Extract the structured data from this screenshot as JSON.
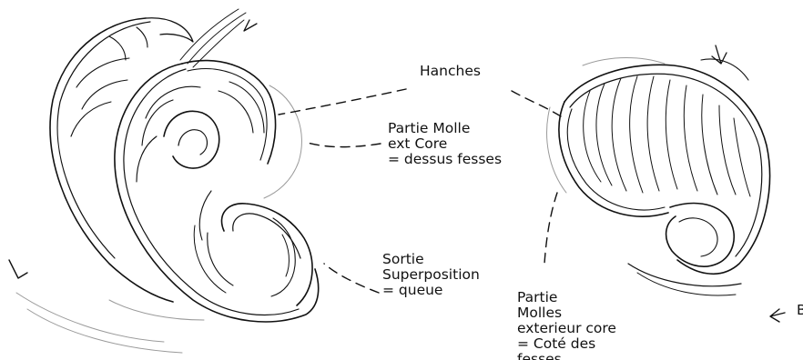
{
  "labels": {
    "hanches": [
      "Hanches"
    ],
    "partie_molle": [
      "Partie Molle",
      "ext Core",
      "= dessus fesses"
    ],
    "sortie": [
      "Sortie",
      "Superposition",
      "= queue"
    ],
    "partie_molles": [
      "Partie",
      "Molles",
      "exterieur core",
      "= Coté des",
      "fesses"
    ],
    "clipped": [
      "B"
    ]
  },
  "colors": {
    "ink": "#111111",
    "faint": "#9a9a9a",
    "background": "#ffffff"
  }
}
